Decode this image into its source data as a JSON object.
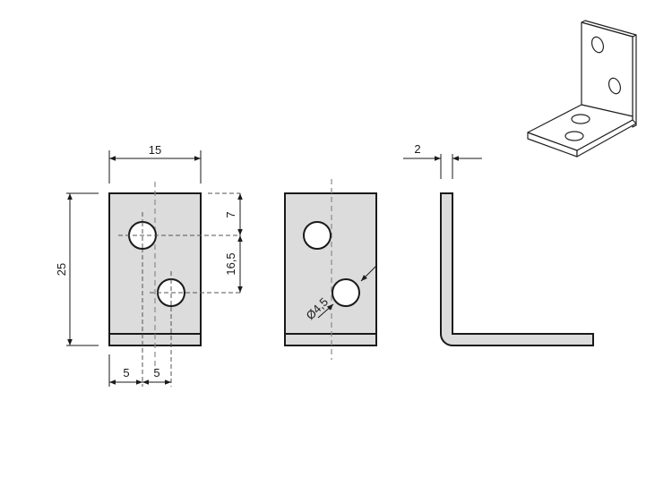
{
  "dimensions": {
    "width": "15",
    "height": "25",
    "hole_top_offset": "7",
    "hole_spacing_vertical": "16,5",
    "hole_offset_left": "5",
    "hole_spacing_horizontal": "5",
    "hole_diameter": "Ø4,5",
    "thickness": "2"
  },
  "colors": {
    "part_fill": "#dcdcdc",
    "outline": "#1a1a1a"
  }
}
